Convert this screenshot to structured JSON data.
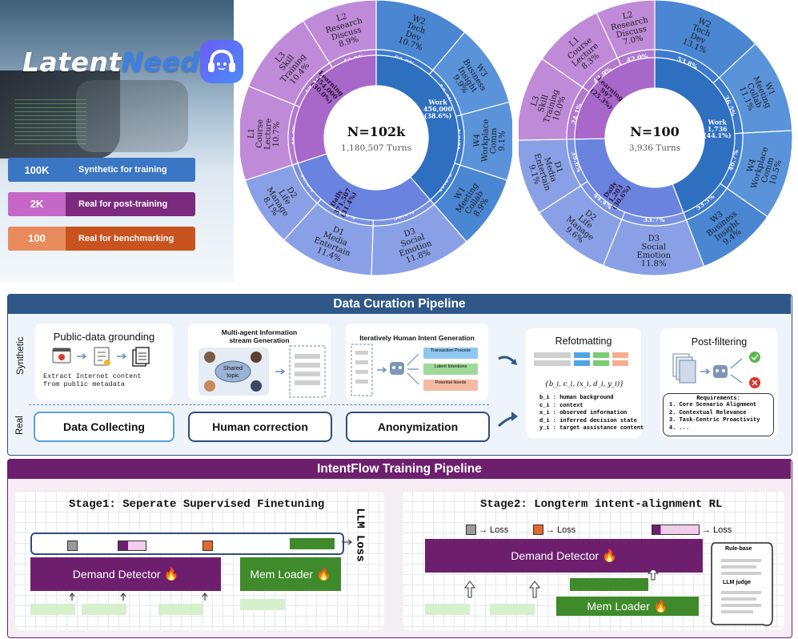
{
  "hero": {
    "brand_part1": "Latent",
    "brand_part2": "Needs",
    "tags": [
      {
        "num": "100K",
        "label": "Synthetic for training",
        "color": "#3a76c4"
      },
      {
        "num": "2K",
        "label": "Real for post-training",
        "color": "#7b2a7e"
      },
      {
        "num": "100",
        "label": "Real for benchmarking",
        "color": "#c9531f"
      }
    ]
  },
  "sunbursts": [
    {
      "center_title": "N=102k",
      "center_sub": "1,180,507 Turns",
      "inner": [
        {
          "key": "work",
          "label": [
            "Work",
            "456,000",
            "(38.6%)"
          ],
          "color": "#2f6fc0"
        },
        {
          "key": "daily",
          "label": [
            "Daily",
            "371,507",
            "(31.4%)"
          ],
          "color": "#6a83de"
        },
        {
          "key": "learning",
          "label": [
            "Learning",
            "354,000",
            "(30.0%)"
          ],
          "color": "#a768c9"
        }
      ],
      "ring_pct": [
        "60.0%",
        "53.0%",
        "42.0%",
        "40.0%",
        "36.0%",
        "42.0%",
        "40.0%",
        "40.0%",
        "18.3%",
        "42.0%"
      ],
      "outer": [
        {
          "label": [
            "W2",
            "Tech",
            "Dev",
            "10.7%"
          ]
        },
        {
          "label": [
            "W3",
            "Business",
            "Insight",
            "9.9%"
          ]
        },
        {
          "label": [
            "W4",
            "Workplace",
            "Comm",
            "9.1%"
          ]
        },
        {
          "label": [
            "W1",
            "Meeting",
            "Collab",
            "8.9%"
          ]
        },
        {
          "label": [
            "D3",
            "Social",
            "Emotion",
            "11.8%"
          ]
        },
        {
          "label": [
            "D1",
            "Media",
            "Entertain",
            "11.4%"
          ]
        },
        {
          "label": [
            "D2",
            "Life",
            "Manage",
            "8.1%"
          ]
        },
        {
          "label": [
            "L1",
            "Course",
            "Lecture",
            "10.7%"
          ]
        },
        {
          "label": [
            "L3",
            "Skill",
            "Training",
            "10.4%"
          ]
        },
        {
          "label": [
            "L2",
            "Research",
            "Discuss",
            "8.9%"
          ]
        }
      ]
    },
    {
      "center_title": "N=100",
      "center_sub": "3,936 Turns",
      "inner": [
        {
          "key": "work",
          "label": [
            "Work",
            "1,736",
            "(44.1%)"
          ],
          "color": "#2f6fc0"
        },
        {
          "key": "daily",
          "label": [
            "Daily",
            "1,203",
            "(30.6%)"
          ],
          "color": "#6a83de"
        },
        {
          "key": "learning",
          "label": [
            "Learning",
            "997",
            "(25.3%)"
          ],
          "color": "#a768c9"
        }
      ],
      "ring_pct": [
        "53.8%",
        "36.5%",
        "46.7%",
        "53.5%",
        "33.7%",
        "44.4%",
        "39.6%",
        "24.1%",
        "43.9%",
        "42.0%"
      ],
      "outer": [
        {
          "label": [
            "W2",
            "Tech",
            "Dev",
            "13.1%"
          ]
        },
        {
          "label": [
            "W1",
            "Meeting",
            "Collab",
            "11.1%"
          ]
        },
        {
          "label": [
            "W4",
            "Workplace",
            "Comm",
            "10.5%"
          ]
        },
        {
          "label": [
            "W3",
            "Business",
            "Insight",
            "9.4%"
          ]
        },
        {
          "label": [
            "D3",
            "Social",
            "Emotion",
            "11.8%"
          ]
        },
        {
          "label": [
            "D2",
            "Life",
            "Manage",
            "9.6%"
          ]
        },
        {
          "label": [
            "D1",
            "Media",
            "Entertain",
            "9.1%"
          ]
        },
        {
          "label": [
            "L3",
            "Skill",
            "Training",
            "10.0%"
          ]
        },
        {
          "label": [
            "L1",
            "Course",
            "Lecture",
            "8.3%"
          ]
        },
        {
          "label": [
            "L2",
            "Research",
            "Discuss",
            "7.0%"
          ]
        }
      ]
    }
  ],
  "curation": {
    "title": "Data Curation Pipeline",
    "side_synthetic": "Synthetic",
    "side_real": "Real",
    "public_title": "Public-data grounding",
    "public_desc_1": "Extract Internet content",
    "public_desc_2": "from public metadata",
    "multi_title_1": "Multi-agent Information",
    "multi_title_2": "stream Generation",
    "shared_topic": "Shared topic",
    "iter_title": "Iteratively Human Intent Generation",
    "iter_boxes": [
      "Transaction Process",
      "Latent Intentions",
      "Potential Needs"
    ],
    "refmt_title": "Refotmatting",
    "refmt_formula": "{b_i, c_i, (x_i, d_i, y_i)}",
    "refmt_defs": [
      "b_i : human background",
      "c_i : context",
      "x_i : observed information",
      "d_i : inferred decision state",
      "y_i : target assistance content"
    ],
    "post_title": "Post-filtering",
    "req_title": "Requirements:",
    "req_items": [
      "1. Core Scenario Alignment",
      "2. Contextual Relevance",
      "3. Task-Centric Proactivity",
      "4. ..."
    ],
    "real_buttons": [
      "Data Collecting",
      "Human correction",
      "Anonymization"
    ]
  },
  "training": {
    "title": "IntentFlow Training Pipeline",
    "stage1_title": "Stage1: Seperate Supervised Finetuning",
    "stage2_title": "Stage2: Longterm intent-alignment RL",
    "llm_loss": "LLM Loss",
    "loss": "Loss",
    "demand_detector": "Demand Detector",
    "mem_loader": "Mem Loader",
    "rule_base": "Rule-base",
    "llm_judge": "LLM judge"
  }
}
